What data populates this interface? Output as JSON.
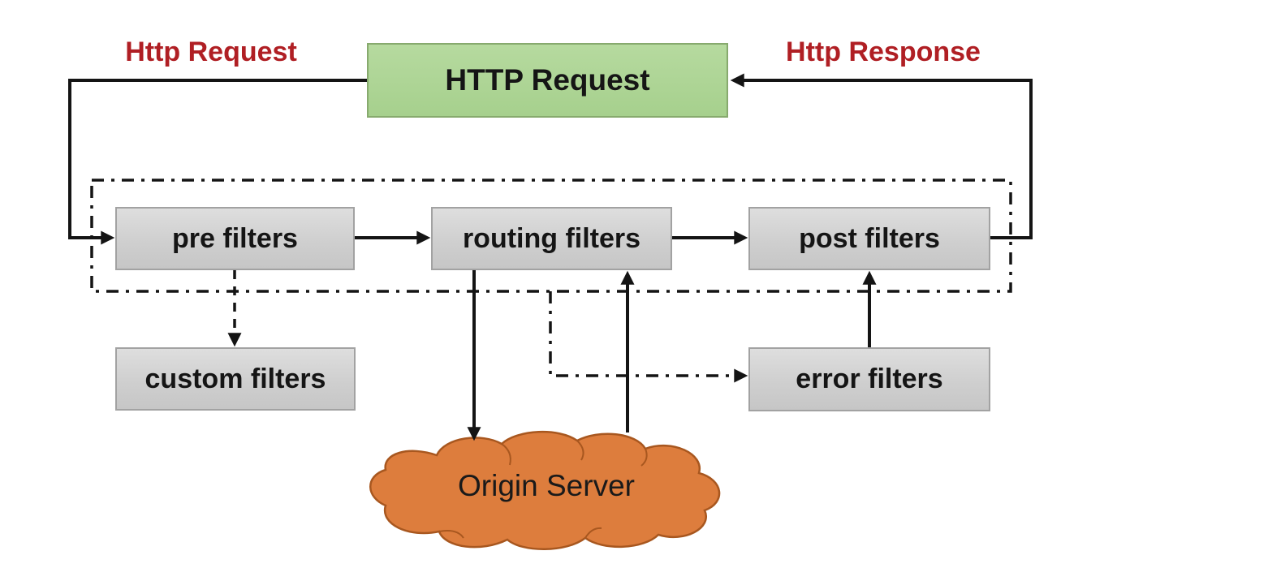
{
  "diagram": {
    "http_box": {
      "label": "HTTP Request"
    },
    "flow_labels": {
      "request": "Http Request",
      "response": "Http Response"
    },
    "nodes": {
      "pre": {
        "label": "pre filters"
      },
      "routing": {
        "label": "routing filters"
      },
      "post": {
        "label": "post filters"
      },
      "custom": {
        "label": "custom filters"
      },
      "error": {
        "label": "error filters"
      },
      "origin": {
        "label": "Origin Server"
      }
    },
    "edges": [
      {
        "from": "http-request",
        "to": "pre filters",
        "style": "solid",
        "label": "Http Request"
      },
      {
        "from": "pre filters",
        "to": "routing filters",
        "style": "solid"
      },
      {
        "from": "routing filters",
        "to": "post filters",
        "style": "solid"
      },
      {
        "from": "post filters",
        "to": "http-request",
        "style": "solid",
        "label": "Http Response"
      },
      {
        "from": "pre filters",
        "to": "custom filters",
        "style": "dashed"
      },
      {
        "from": "routing filters",
        "to": "Origin Server",
        "style": "solid"
      },
      {
        "from": "Origin Server",
        "to": "routing filters",
        "style": "solid"
      },
      {
        "from": "error filters",
        "to": "post filters",
        "style": "solid"
      },
      {
        "from": "filter group",
        "to": "error filters",
        "style": "dash-dot"
      }
    ],
    "colors": {
      "flow_label_red": "#b01f24",
      "http_box_fill": "#a9d18e",
      "http_box_border": "#87aa6e",
      "filter_box_fill": "#d2d2d2",
      "filter_box_border": "#a2a2a2",
      "cloud_fill": "#dd7d3d",
      "cloud_border": "#a8571f",
      "connector_black": "#141414"
    }
  }
}
